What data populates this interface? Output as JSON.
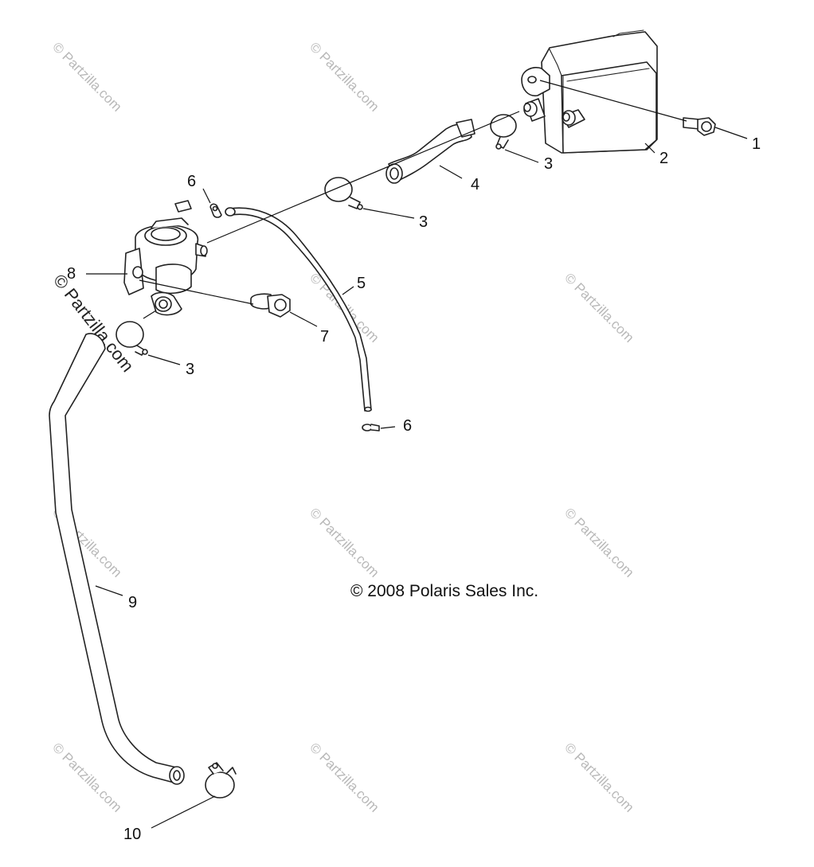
{
  "callouts": {
    "c1": "1",
    "c2": "2",
    "c3a": "3",
    "c3b": "3",
    "c3c": "3",
    "c4": "4",
    "c5": "5",
    "c6a": "6",
    "c6b": "6",
    "c7": "7",
    "c8": "8",
    "c9": "9",
    "c10": "10"
  },
  "copyright": "© 2008 Polaris Sales Inc.",
  "watermark": "© Partzilla.com"
}
